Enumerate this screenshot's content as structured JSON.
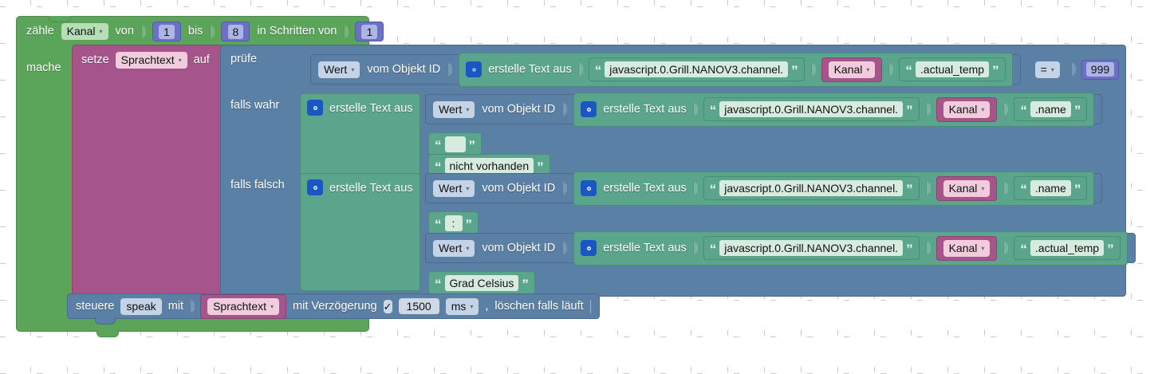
{
  "workspace": {
    "background": "#ffffff",
    "grid_dot_color": "#c9c9c9"
  },
  "colors": {
    "loop_green": "#5ba55b",
    "variable_pink": "#a5558a",
    "control_blue": "#5b80a5",
    "text_green": "#5ba58c",
    "math_number": "#6b72c4",
    "gear_blue": "#1a56c4"
  },
  "loop_block": {
    "name": "count-loop",
    "label_zaehle": "zähle",
    "variable": "Kanal",
    "label_von": "von",
    "from_value": "1",
    "label_bis": "bis",
    "to_value": "8",
    "label_in_schritten_von": "in Schritten von",
    "step_value": "1",
    "label_mache": "mache"
  },
  "set_block": {
    "name": "set-variable",
    "label_setze": "setze",
    "variable": "Sprachtext",
    "label_auf": "auf"
  },
  "if_block": {
    "name": "if-else",
    "label_pruefe": "prüfe",
    "label_falls_wahr": "falls wahr",
    "label_falls_falsch": "falls falsch"
  },
  "common": {
    "wert": "Wert",
    "vom_objekt_id": "vom Objekt ID",
    "erstelle_text_aus": "erstelle Text aus",
    "kanal": "Kanal",
    "object_prefix": "javascript.0.Grill.NANOV3.channel.",
    "actual_temp": ".actual_temp",
    "name_suffix": ".name",
    "quote_open": "“",
    "quote_close": "”"
  },
  "condition_row": {
    "name": "condition-value",
    "operator": "=",
    "compare_number": "999"
  },
  "true_branch": {
    "strings": [
      {
        "name": "space-string",
        "value": " "
      },
      {
        "name": "nicht-vorhanden-string",
        "value": "nicht vorhanden"
      }
    ]
  },
  "false_branch": {
    "strings": [
      {
        "name": "colon-string",
        "value": ":"
      },
      {
        "name": "grad-celsius-string",
        "value": "Grad Celsius"
      }
    ]
  },
  "speak_block": {
    "name": "control-speak",
    "label_steuere": "steuere",
    "target": "speak",
    "label_mit": "mit",
    "variable": "Sprachtext",
    "label_delay": "mit Verzögerung",
    "delay_checked": "✓",
    "delay_value": "1500",
    "delay_unit": "ms",
    "comma": ",",
    "label_clear_if_running": "löschen falls läuft",
    "clear_checked": ""
  },
  "icons": {
    "gear": "gear-icon",
    "caret": "▾"
  }
}
